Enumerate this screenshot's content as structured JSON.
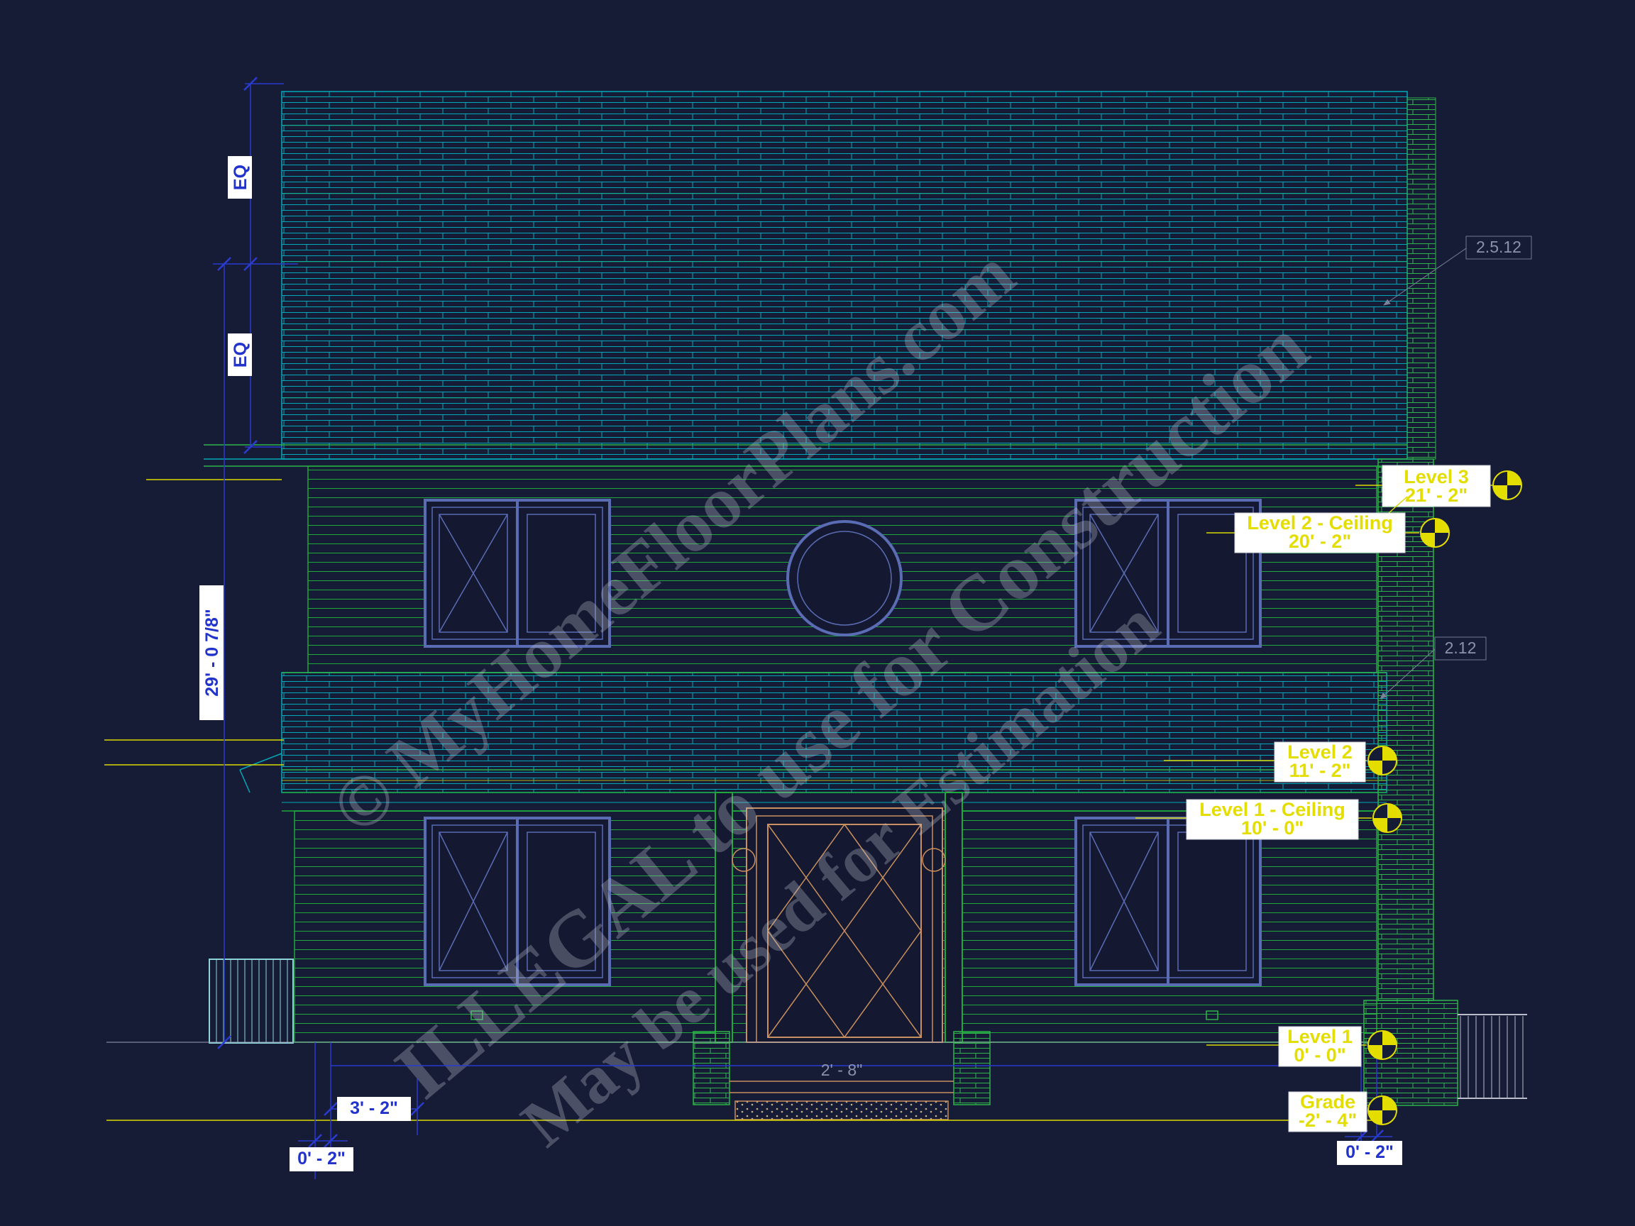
{
  "colors": {
    "background": "#171c36",
    "roof_brick": "#00a9b8",
    "siding_green": "#1fa83c",
    "chimney_brick": "#2db34a",
    "window_frame": "#5a6cb4",
    "door_trim": "#c98f5f",
    "dimension_blue": "#2a3bd0",
    "level_text_yellow": "#e4de00",
    "grade_line_yellow": "#d8d800",
    "callout_gray": "#8a92a8"
  },
  "levels": [
    {
      "name": "Level 3",
      "elevation": "21' - 2\""
    },
    {
      "name": "Level 2 - Ceiling",
      "elevation": "20' - 2\""
    },
    {
      "name": "Level 2",
      "elevation": "11' - 2\""
    },
    {
      "name": "Level 1 - Ceiling",
      "elevation": "10' - 0\""
    },
    {
      "name": "Level 1",
      "elevation": "0' - 0\""
    },
    {
      "name": "Grade",
      "elevation": "-2' - 4\""
    }
  ],
  "dimensions": {
    "eq_upper": "EQ",
    "eq_lower": "EQ",
    "overall_height": "29' - 0 7/8\"",
    "porch_width": "3' - 2\"",
    "left_offset": "0' - 2\"",
    "right_offset": "0' - 2\"",
    "stair_width": "2' - 8\""
  },
  "callouts": {
    "roof_material": "2.5.12",
    "band_material": "2.12"
  },
  "watermark": {
    "line1": "© MyHomeFloorPlans.com",
    "line2": "ILLEGAL to use for Construction",
    "line3": "May be used for Estimation"
  }
}
